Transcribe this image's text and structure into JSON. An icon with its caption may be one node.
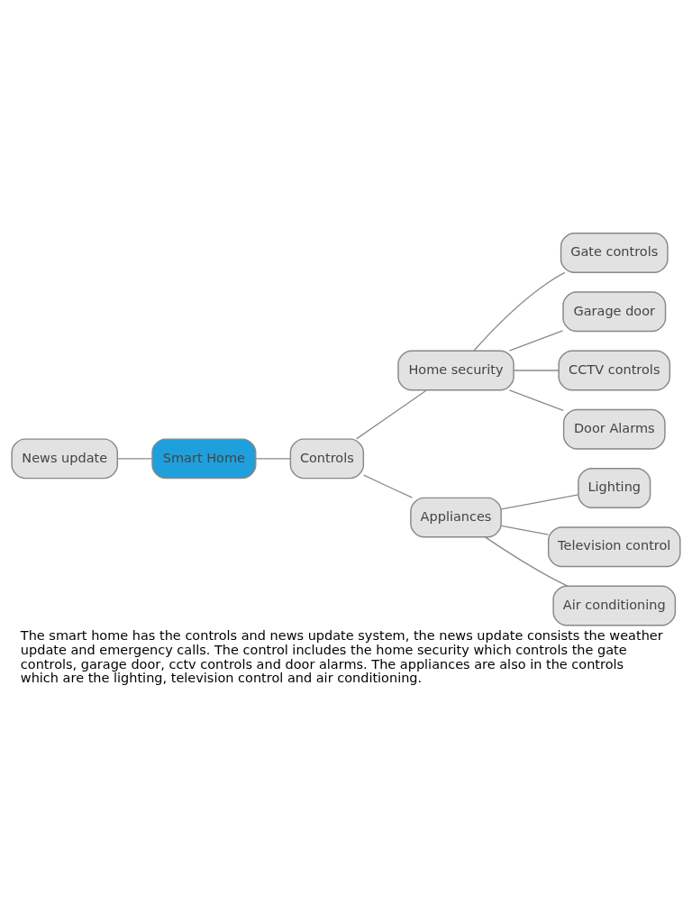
{
  "diagram": {
    "caption": "The smart home has the controls and news update system, the news update consists the weather update and emergency calls. The control includes the home security which controls the gate controls, garage door, cctv controls and door alarms. The appliances are also in the controls which are the lighting, television control and air conditioning.",
    "nodes": [
      {
        "text": [
          "News update"
        ]
      },
      {
        "text": [
          "Smart Home"
        ]
      },
      {
        "text": [
          "Controls"
        ]
      },
      {
        "text": [
          "Home security"
        ]
      },
      {
        "text": [
          "Gate controls"
        ]
      },
      {
        "text": [
          "Garage door"
        ]
      },
      {
        "text": [
          "CCTV controls"
        ]
      },
      {
        "text": [
          "Door Alarms"
        ]
      },
      {
        "text": [
          "Appliances"
        ]
      },
      {
        "text": [
          "Lighting"
        ]
      },
      {
        "text": [
          "Television control"
        ]
      },
      {
        "text": [
          "Air conditioning"
        ]
      }
    ],
    "edges": [
      {
        "from": 0,
        "to": 1,
        "arrow": "none"
      },
      {
        "from": 1,
        "to": 2,
        "arrow": "none"
      },
      {
        "from": 2,
        "to": 3,
        "arrow": "none"
      },
      {
        "from": 3,
        "to": 4,
        "arrow": "none"
      },
      {
        "from": 3,
        "to": 5,
        "arrow": "none"
      },
      {
        "from": 3,
        "to": 6,
        "arrow": "none"
      },
      {
        "from": 3,
        "to": 7,
        "arrow": "none"
      },
      {
        "from": 2,
        "to": 8,
        "arrow": "none"
      },
      {
        "from": 8,
        "to": 9,
        "arrow": "none"
      },
      {
        "from": 8,
        "to": 10,
        "arrow": "none"
      },
      {
        "from": 8,
        "to": 11,
        "arrow": "none"
      }
    ]
  }
}
